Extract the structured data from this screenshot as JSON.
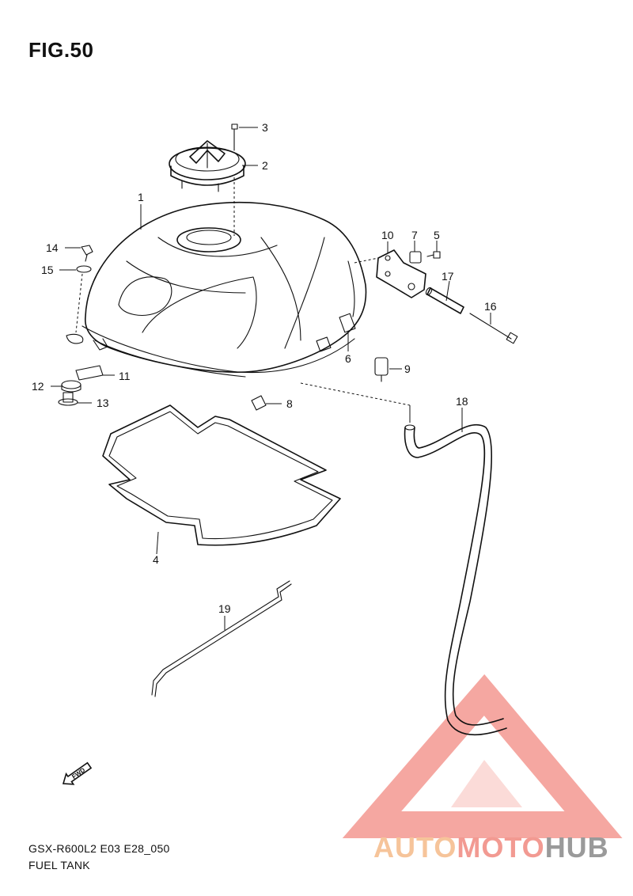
{
  "figure": {
    "title": "FIG.50",
    "code": "GSX-R600L2 E03 E28_050",
    "name": "FUEL TANK"
  },
  "callouts": {
    "c1": "1",
    "c2": "2",
    "c3": "3",
    "c4": "4",
    "c5": "5",
    "c6": "6",
    "c7": "7",
    "c8": "8",
    "c9": "9",
    "c10": "10",
    "c11": "11",
    "c12": "12",
    "c13": "13",
    "c14": "14",
    "c15": "15",
    "c16": "16",
    "c17": "17",
    "c18": "18",
    "c19": "19"
  },
  "direction_marker": {
    "label": "FWD",
    "icon": "fwd-arrow-icon"
  },
  "watermark": {
    "part1": "AUTO",
    "part2": "MOTO",
    "part3": "HUB",
    "colors": {
      "auto": "#f6c49a",
      "moto": "#f29a92",
      "hub": "#9a9a9a",
      "logo": "#f28a82"
    }
  }
}
